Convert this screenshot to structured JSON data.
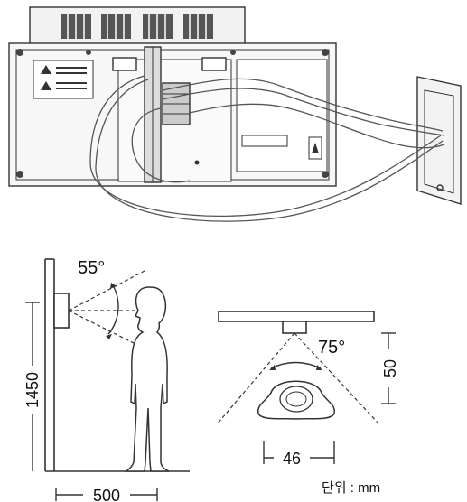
{
  "diagram": {
    "side_view": {
      "angle_label": "55°",
      "height_label": "1450",
      "distance_label": "500"
    },
    "top_view": {
      "angle_label": "75°",
      "depth_label": "50",
      "width_label": "46"
    },
    "unit_label": "단위 : mm"
  },
  "colors": {
    "line": "#333333",
    "fill_light": "#eeeeee",
    "fill_mid": "#cccccc",
    "fill_dark": "#555555"
  }
}
